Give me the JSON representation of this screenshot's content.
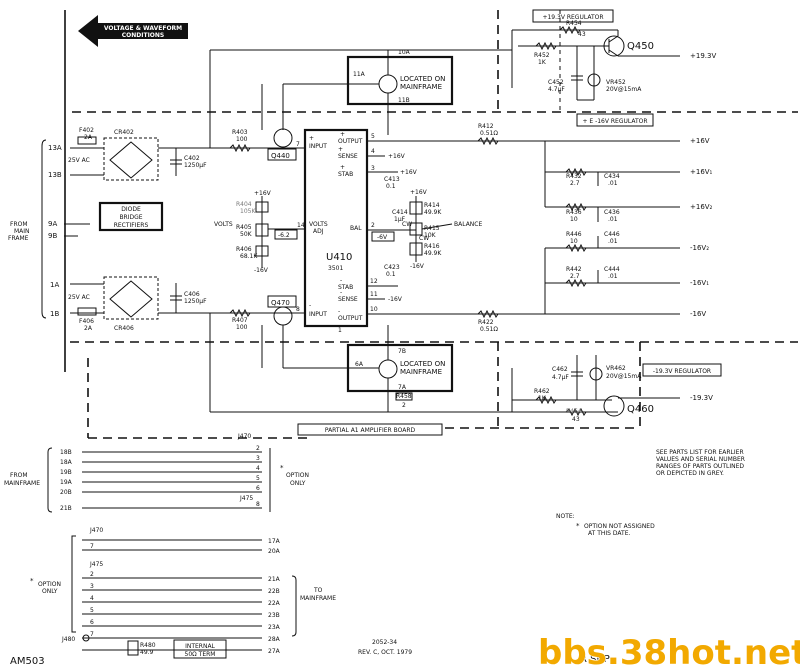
{
  "header": {
    "voltage_waveform": "VOLTAGE & WAVEFORM",
    "conditions": "CONDITIONS"
  },
  "regulators": {
    "plus": "+19.3V REGULATOR",
    "plus_e": "+ E -16V REGULATOR",
    "minus": "-19.3V REGULATOR"
  },
  "transistors": {
    "q450": "Q450",
    "q440": "Q440",
    "q470": "Q470",
    "q460": "Q460"
  },
  "mainframe_boxes": {
    "top": {
      "pin_a": "10A",
      "pin_l": "11A",
      "pin_b": "11B",
      "label1": "LOCATED ON",
      "label2": "MAINFRAME"
    },
    "bottom": {
      "pin_a": "7B",
      "pin_l": "6A",
      "pin_b": "7A",
      "label1": "LOCATED ON",
      "label2": "MAINFRAME"
    }
  },
  "parts": {
    "r454": "R454",
    "r454v": "43",
    "r452": "R452",
    "r452v": "1K",
    "c452": "C452",
    "c452v": "4.7µF",
    "vr452": "VR452",
    "vr452v": "20V@15mA",
    "r403": "R403",
    "r403v": "100",
    "r412": "R412",
    "r412v": "0.51Ω",
    "r432": "R432",
    "r432v": "2.7",
    "c434": "C434",
    "c434v": ".01",
    "r436": "R436",
    "r436v": "10",
    "c436": "C436",
    "c436v": ".01",
    "r446": "R446",
    "r446v": "10",
    "c446": "C446",
    "c446v": ".01",
    "r442": "R442",
    "r442v": "2.7",
    "c444": "C444",
    "c444v": ".01",
    "r404": "R404",
    "r404v": "105K",
    "r405": "R405",
    "r405v": "50K",
    "r406": "R406",
    "r406v": "68.1K",
    "c413": "C413",
    "c413v": "0.1",
    "c414": "C414",
    "c414v": "1µF",
    "r414": "R414",
    "r414v": "49.9K",
    "r415": "R415",
    "r415v": "10K",
    "r416": "R416",
    "r416v": "49.9K",
    "c423": "C423",
    "c423v": "0.1",
    "r407": "R407",
    "r407v": "100",
    "r422": "R422",
    "r422v": "0.51Ω",
    "r458": "R458",
    "r458v": "2",
    "c462": "C462",
    "c462v": "4.7µF",
    "vr462": "VR462",
    "vr462v": "20V@15mA",
    "r462": "R462",
    "r462v": "1K",
    "r464": "R464",
    "r464v": "43",
    "f402": "F402",
    "f402v": "2A",
    "f406": "F406",
    "f406v": "2A",
    "cr402": "CR402",
    "cr406": "CR406",
    "c402": "C402",
    "c402v": "1250µF",
    "c406": "C406",
    "c406v": "1250µF",
    "r480": "R480",
    "r480v": "49.9"
  },
  "rails": {
    "p193": "+19.3V",
    "p16": "+16V",
    "p16_1": "+16V₁",
    "p16_2": "+16V₂",
    "m16_2": "-16V₂",
    "m16_1": "-16V₁",
    "m16": "-16V",
    "m193": "-19.3V"
  },
  "ic": {
    "ref": "U410",
    "part": "3501",
    "volts_adj": "VOLTS",
    "volts_adj2": "ADJ",
    "bal": "BAL",
    "plus_input": "+",
    "input": "INPUT",
    "minus_input": "-",
    "output": "OUTPUT",
    "sense": "SENSE",
    "stab": "STAB",
    "p_sense": "+",
    "p_stab": "+",
    "m_sense": "-",
    "m_stab": "-",
    "n7": "7",
    "n5": "5",
    "n4": "4",
    "n3": "3",
    "n14": "14",
    "n2": "2",
    "n12": "12",
    "n11": "11",
    "n10": "10",
    "n8": "8",
    "n1": "1"
  },
  "misc": {
    "p16_a": "+16V",
    "p16_b": "+16V",
    "p16_c": "+16V",
    "m16_a": "-16V",
    "m16_b": "-16V",
    "m16_c": "-16V",
    "volts": "VOLTS",
    "balance": "BALANCE",
    "cw1": "CW",
    "cw2": "CW",
    "v62": "-6.2",
    "v6": "-6V",
    "ac1": "25V AC",
    "ac2": "25V AC",
    "diode1": "DIODE",
    "diode2": "BRIDGE",
    "diode3": "RECTIFIERS",
    "from1": "FROM",
    "from2": "MAIN",
    "from3": "FRAME",
    "p13a": "13A",
    "p13b": "13B",
    "p9a": "9A",
    "p9b": "9B",
    "p1a": "1A",
    "p1b": "1B",
    "board": "PARTIAL A1 AMPLIFIER BOARD"
  },
  "connector": {
    "j470a": "J470",
    "j470b": "J470",
    "j475a": "J475",
    "j475b": "J475",
    "j480": "J480",
    "from1": "FROM",
    "from2": "MAINFRAME",
    "to1": "TO",
    "to2": "MAINFRAME",
    "opt_a1": "OPTION",
    "opt_a2": "ONLY",
    "opt_b1": "OPTION",
    "opt_b2": "ONLY",
    "star1": "*",
    "star2": "*",
    "left_pins": [
      "18B",
      "18A",
      "19B",
      "19A",
      "20B",
      "21B"
    ],
    "right_pins": [
      "2",
      "3",
      "4",
      "5",
      "6",
      "8"
    ],
    "lower_left_pins": [
      "7",
      "2",
      "3",
      "4",
      "5",
      "6",
      "7"
    ],
    "lower_right_pins": [
      "17A",
      "20A",
      "21A",
      "22B",
      "22A",
      "23B",
      "23A",
      "28A"
    ],
    "pin_27a": "27A",
    "internal1": "INTERNAL",
    "internal2": "50Ω TERM"
  },
  "notes": {
    "parts1": "SEE PARTS LIST FOR EARLIER",
    "parts2": "VALUES AND SERIAL NUMBER",
    "parts3": "RANGES OF PARTS OUTLINED",
    "parts4": "OR DEPICTED IN GREY.",
    "note": "NOTE:",
    "star": "*",
    "opt1": "OPTION NOT ASSIGNED",
    "opt2": "AT THIS DATE."
  },
  "footer": {
    "model": "AM503",
    "docnum": "2052-34",
    "rev": "REV. C, OCT. 1979",
    "tail": "R SUP"
  },
  "watermark": "bbs.38hot.net"
}
